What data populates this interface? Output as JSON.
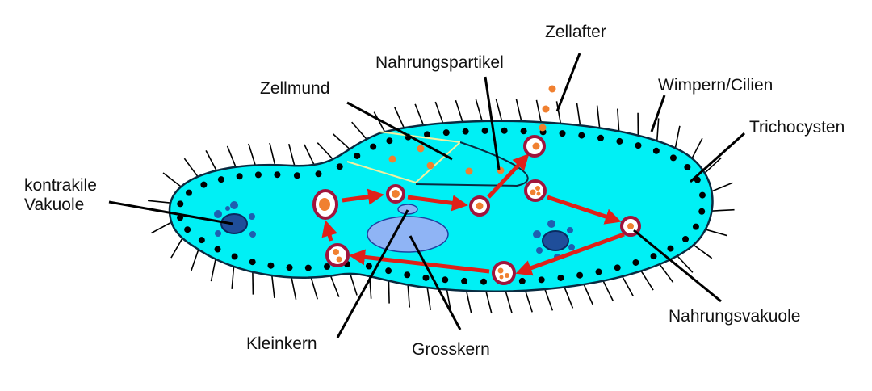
{
  "labels": {
    "zellafter": "Zellafter",
    "nahrungspartikel": "Nahrungspartikel",
    "zellmund": "Zellmund",
    "wimpern": "Wimpern/Cilien",
    "trichocysten": "Trichocysten",
    "kontraktile_1": "kontrakile",
    "kontraktile_2": "Vakuole",
    "nahrungsvakuole": "Nahrungsvakuole",
    "kleinkern": "Kleinkern",
    "grosskern": "Grosskern"
  },
  "colors": {
    "cytoplasm": "#00f0f5",
    "vacuole_ring": "#a0143c",
    "food": "#f08030",
    "arrow": "#e02018",
    "nucleus": "#8fb4f5",
    "contractile": "#1f4e9a"
  }
}
